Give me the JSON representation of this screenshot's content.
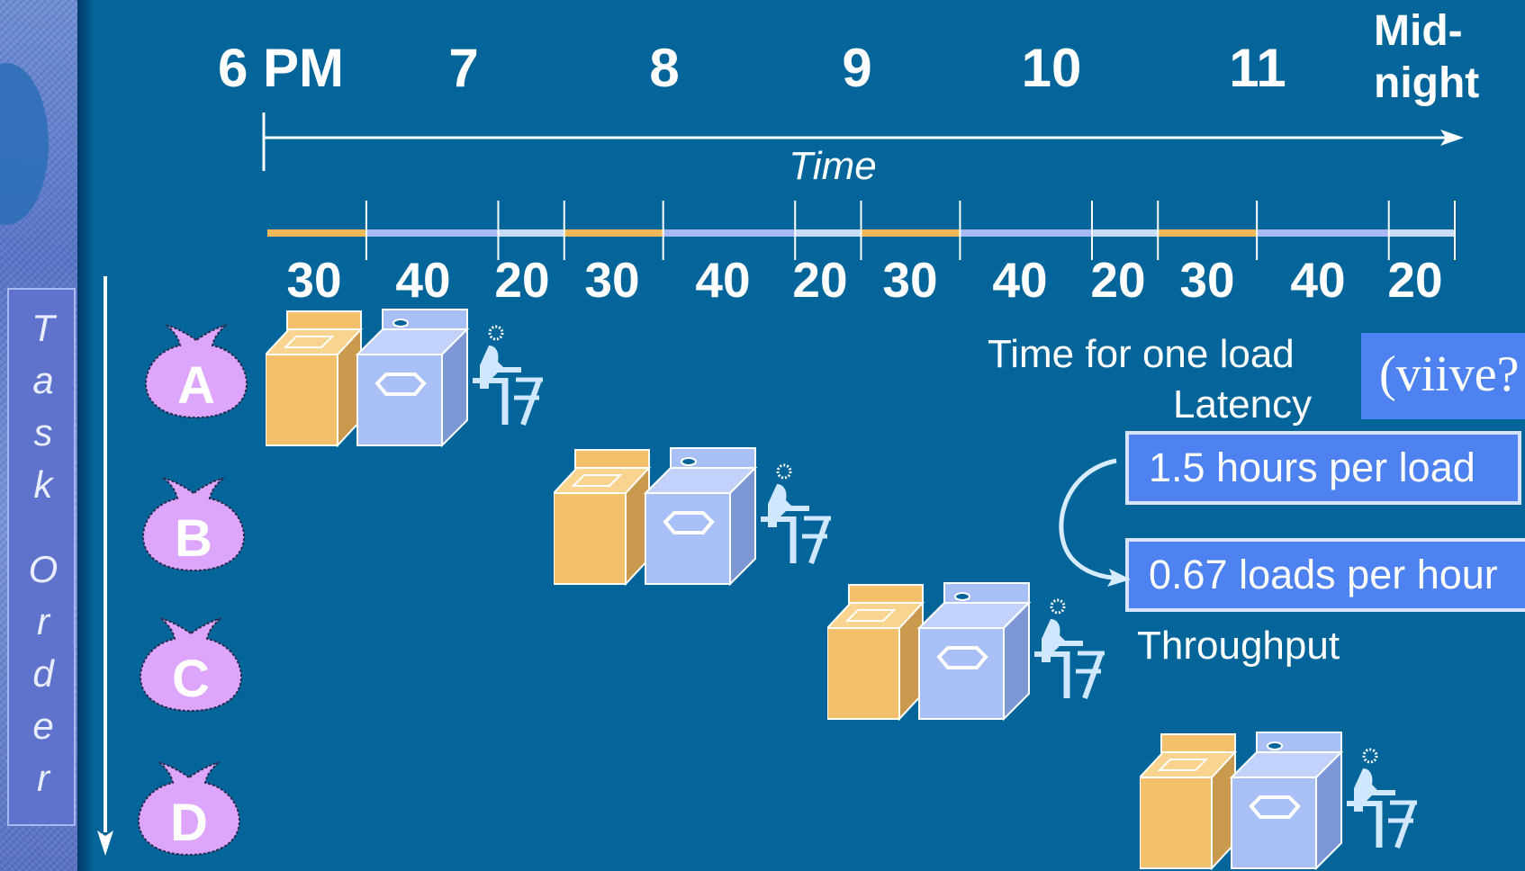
{
  "timeline": {
    "hours": [
      "6 PM",
      "7",
      "8",
      "9",
      "10",
      "11"
    ],
    "midnight": [
      "Mid-",
      "night"
    ],
    "axis_label": "Time"
  },
  "durations": [
    "30",
    "40",
    "20",
    "30",
    "40",
    "20",
    "30",
    "40",
    "20",
    "30",
    "40",
    "20"
  ],
  "segment_colors": [
    "#f0b757",
    "#a7b8f2",
    "#c9dcf7",
    "#f0b757",
    "#a7b8f2",
    "#c9dcf7",
    "#f0b757",
    "#a7b8f2",
    "#c9dcf7",
    "#f0b757",
    "#a7b8f2",
    "#c9dcf7"
  ],
  "task_order": {
    "letters": [
      "T",
      "a",
      "s",
      "k",
      "",
      "O",
      "r",
      "d",
      "e",
      "r"
    ]
  },
  "tasks": [
    "A",
    "B",
    "C",
    "D"
  ],
  "info": {
    "time_for_one_load": "Time for one load",
    "latency": "Latency",
    "garbled": "(viive?",
    "hours_per_load": "1.5 hours per load",
    "loads_per_hour": "0.67 loads per hour",
    "throughput": "Throughput"
  },
  "colors": {
    "background": "#03659a",
    "washer": "#f3c16b",
    "dryer": "#a9c0f7",
    "bag": "#dda6fc",
    "info_box": "#4d82f0"
  },
  "icons": {
    "washer": "washer-icon",
    "dryer": "dryer-icon",
    "folder": "folding-person-icon",
    "laundry_bag": "laundry-bag-icon"
  }
}
